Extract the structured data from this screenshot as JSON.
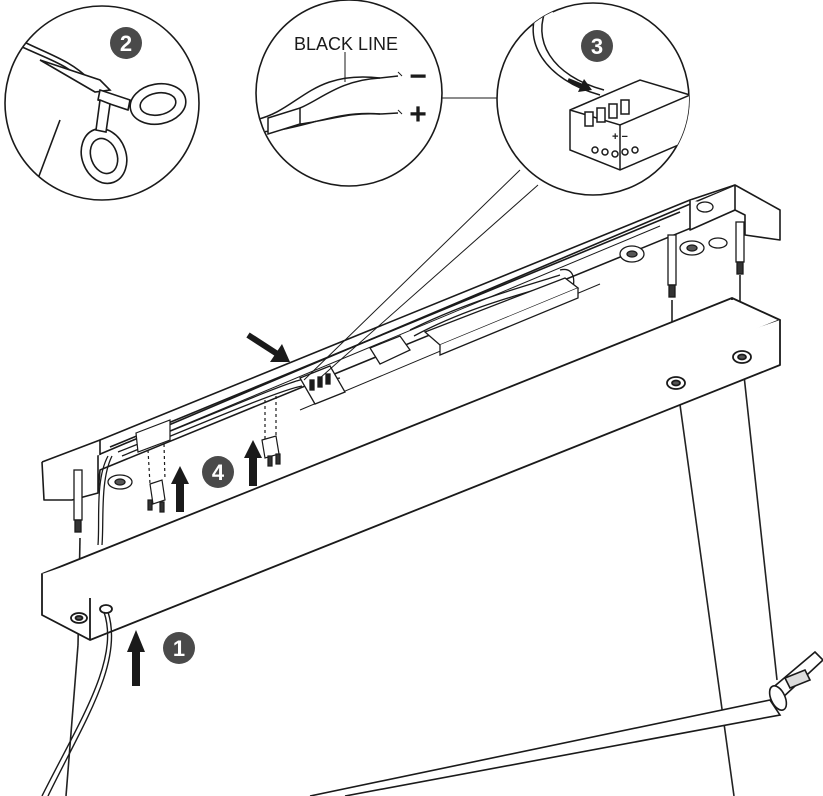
{
  "steps": [
    {
      "number": "1"
    },
    {
      "number": "2"
    },
    {
      "number": "3"
    },
    {
      "number": "4"
    }
  ],
  "detail_wire": {
    "label": "BLACK LINE",
    "minus_symbol": "−",
    "plus_symbol": "+"
  },
  "terminal_marks": {
    "plus_minus": "+ −"
  },
  "colors": {
    "badge": "#4a4a4a",
    "badge_text": "#ffffff",
    "stroke": "#1a1a1a",
    "arrow": "#1a1a1a",
    "background": "#ffffff"
  }
}
